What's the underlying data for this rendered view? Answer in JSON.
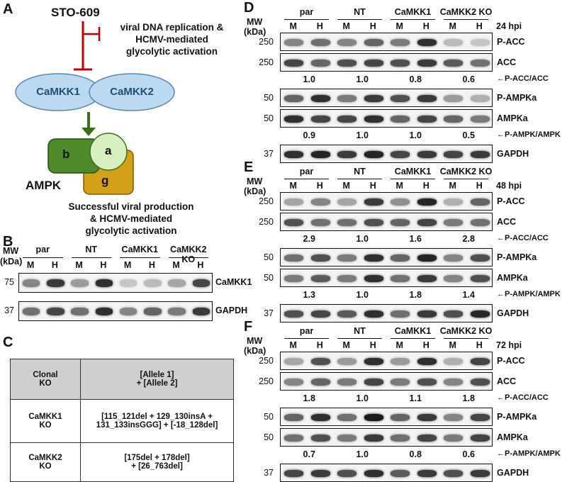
{
  "panels": {
    "A": {
      "label": "A",
      "inhibitor": "STO-609",
      "inhibit_text": [
        "viral DNA replication &",
        "HCMV-mediated",
        "glycolytic activation"
      ],
      "kinase1": "CaMKK1",
      "kinase2": "CaMKK2",
      "ampk": "AMPK",
      "subunit_b": "b",
      "subunit_a": "a",
      "subunit_g": "g",
      "outcome": [
        "Successful viral production",
        "& HCMV-mediated",
        "glycolytic activation"
      ],
      "colors": {
        "kinase_fill": "#bcd9f2",
        "kinase_text": "#1f4e79",
        "inhibit": "#c00000",
        "arrow": "#3b6e1c",
        "b_fill": "#4f8a2a",
        "a_fill": "#d8f0c0",
        "g_fill": "#d4a017"
      }
    },
    "B": {
      "label": "B",
      "mw_title": [
        "MW",
        "(kDa)"
      ],
      "groups": [
        "par",
        "NT",
        "CaMKK1",
        "CaMKK2 KO"
      ],
      "lanes": [
        "M",
        "H",
        "M",
        "H",
        "M",
        "H",
        "M",
        "H"
      ],
      "rows": [
        {
          "mw": "75",
          "name": "CaMKK1",
          "intensities": [
            0.45,
            0.8,
            0.35,
            0.85,
            0.15,
            0.2,
            0.3,
            0.75
          ]
        },
        {
          "mw": "37",
          "name": "GAPDH",
          "intensities": [
            0.55,
            0.75,
            0.55,
            0.85,
            0.45,
            0.6,
            0.5,
            0.8
          ]
        }
      ]
    },
    "C": {
      "label": "C",
      "header": [
        "Clonal\nKO",
        "[Allele 1]\n+ [Allele 2]"
      ],
      "rows": [
        [
          "CaMKK1\nKO",
          "[115_121del + 129_130insA +\n131_133insGGG] + [-18_128del]"
        ],
        [
          "CaMKK2\nKO",
          "[175del + 178del]\n+ [26_763del]"
        ]
      ]
    },
    "D": {
      "label": "D",
      "time": "24 hpi",
      "groups": [
        "par",
        "NT",
        "CaMKK1",
        "CaMKK2 KO"
      ],
      "lanes": [
        "M",
        "H",
        "M",
        "H",
        "M",
        "H",
        "M",
        "H"
      ],
      "mw_title": [
        "MW",
        "(kDa)"
      ],
      "blots": [
        {
          "mw": "250",
          "name": "P-ACC",
          "intensities": [
            0.45,
            0.55,
            0.45,
            0.6,
            0.5,
            0.85,
            0.2,
            0.15
          ]
        },
        {
          "mw": "250",
          "name": "ACC",
          "intensities": [
            0.75,
            0.6,
            0.7,
            0.75,
            0.7,
            0.8,
            0.65,
            0.55
          ]
        },
        {
          "ratio_label": "P-ACC/ACC",
          "ratios": [
            "1.0",
            "1.0",
            "0.8",
            "0.6"
          ]
        },
        {
          "mw": "50",
          "name": "P-AMPKa",
          "intensities": [
            0.6,
            0.85,
            0.5,
            0.8,
            0.7,
            0.8,
            0.35,
            0.25
          ]
        },
        {
          "mw": "50",
          "name": "AMPKa",
          "intensities": [
            0.85,
            0.75,
            0.75,
            0.85,
            0.6,
            0.75,
            0.6,
            0.5
          ]
        },
        {
          "ratio_label": "P-AMPK/AMPK",
          "ratios": [
            "0.9",
            "1.0",
            "1.0",
            "0.5"
          ]
        },
        {
          "mw": "37",
          "name": "GAPDH",
          "intensities": [
            0.85,
            0.9,
            0.8,
            0.9,
            0.75,
            0.8,
            0.75,
            0.8
          ]
        }
      ]
    },
    "E": {
      "label": "E",
      "time": "48 hpi",
      "groups": [
        "par",
        "NT",
        "CaMKK1",
        "CaMKK2 KO"
      ],
      "lanes": [
        "M",
        "H",
        "M",
        "H",
        "M",
        "H",
        "M",
        "H"
      ],
      "mw_title": [
        "MW",
        "(kDa)"
      ],
      "blots": [
        {
          "mw": "250",
          "name": "P-ACC",
          "intensities": [
            0.3,
            0.45,
            0.3,
            0.8,
            0.4,
            0.9,
            0.25,
            0.6
          ]
        },
        {
          "mw": "250",
          "name": "ACC",
          "intensities": [
            0.7,
            0.55,
            0.55,
            0.7,
            0.6,
            0.75,
            0.5,
            0.55
          ]
        },
        {
          "ratio_label": "P-ACC/ACC",
          "ratios": [
            "2.9",
            "1.0",
            "1.6",
            "2.8"
          ]
        },
        {
          "mw": "50",
          "name": "P-AMPKa",
          "intensities": [
            0.55,
            0.7,
            0.5,
            0.85,
            0.6,
            0.9,
            0.45,
            0.7
          ]
        },
        {
          "mw": "50",
          "name": "AMPKa",
          "intensities": [
            0.5,
            0.65,
            0.5,
            0.85,
            0.55,
            0.8,
            0.45,
            0.7
          ]
        },
        {
          "ratio_label": "P-AMPK/AMPK",
          "ratios": [
            "1.3",
            "1.0",
            "1.8",
            "1.4"
          ]
        },
        {
          "mw": "37",
          "name": "GAPDH",
          "intensities": [
            0.7,
            0.75,
            0.65,
            0.85,
            0.55,
            0.8,
            0.7,
            0.9
          ]
        }
      ]
    },
    "F": {
      "label": "F",
      "time": "72 hpi",
      "groups": [
        "par",
        "NT",
        "CaMKK1",
        "CaMKK2 KO"
      ],
      "lanes": [
        "M",
        "H",
        "M",
        "H",
        "M",
        "H",
        "M",
        "H"
      ],
      "mw_title": [
        "MW",
        "(kDa)"
      ],
      "blots": [
        {
          "mw": "250",
          "name": "P-ACC",
          "intensities": [
            0.3,
            0.7,
            0.35,
            0.85,
            0.35,
            0.85,
            0.25,
            0.75
          ]
        },
        {
          "mw": "250",
          "name": "ACC",
          "intensities": [
            0.45,
            0.6,
            0.5,
            0.75,
            0.5,
            0.7,
            0.45,
            0.7
          ]
        },
        {
          "ratio_label": "P-ACC/ACC",
          "ratios": [
            "1.8",
            "1.0",
            "1.1",
            "1.8"
          ]
        },
        {
          "mw": "50",
          "name": "P-AMPKa",
          "intensities": [
            0.6,
            0.85,
            0.55,
            0.95,
            0.6,
            0.8,
            0.45,
            0.75
          ]
        },
        {
          "mw": "50",
          "name": "AMPKa",
          "intensities": [
            0.55,
            0.7,
            0.5,
            0.8,
            0.55,
            0.75,
            0.5,
            0.75
          ]
        },
        {
          "ratio_label": "P-AMPK/AMPK",
          "ratios": [
            "0.7",
            "1.0",
            "0.8",
            "0.6"
          ]
        },
        {
          "mw": "37",
          "name": "GAPDH",
          "intensities": [
            0.75,
            0.8,
            0.7,
            0.85,
            0.65,
            0.8,
            0.7,
            0.8
          ]
        }
      ]
    }
  }
}
